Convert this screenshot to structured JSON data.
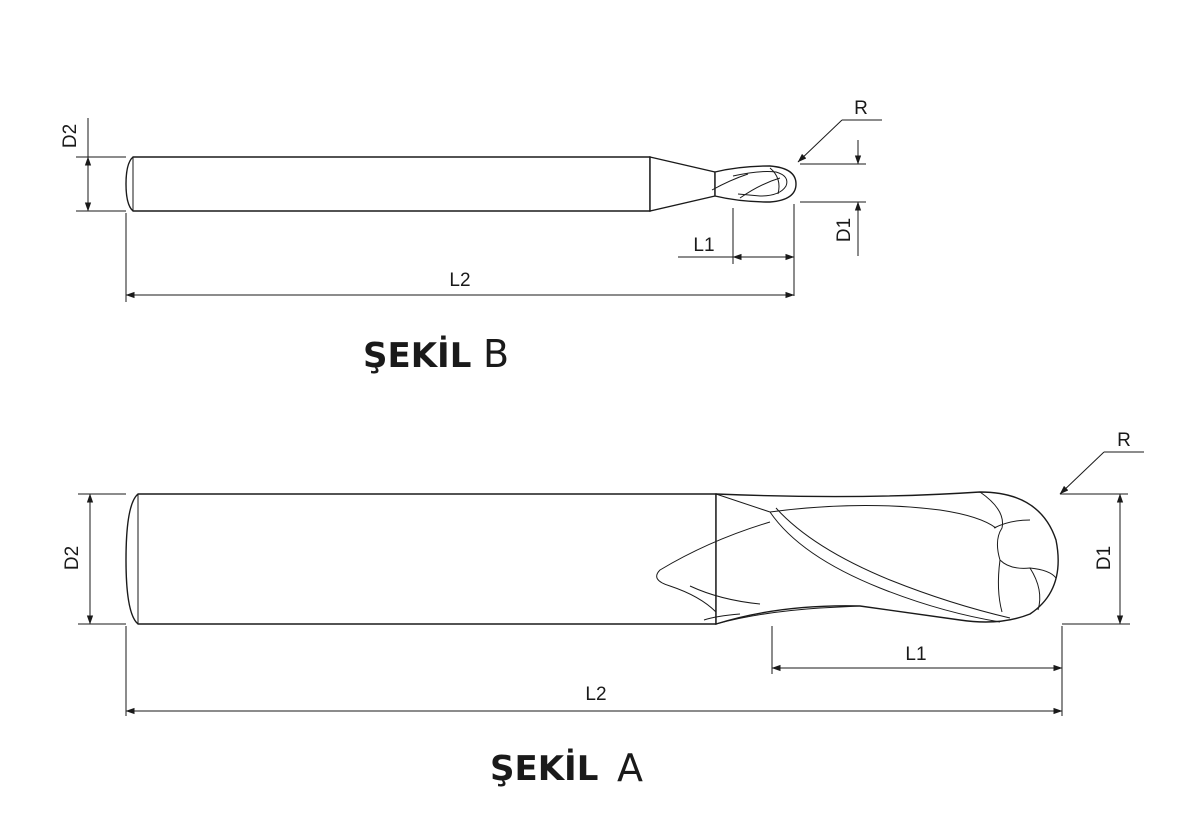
{
  "figure_b": {
    "caption_prefix": "ŞEKİL",
    "caption_letter": "B",
    "labels": {
      "d2": "D2",
      "d1": "D1",
      "r": "R",
      "l1": "L1",
      "l2": "L2"
    }
  },
  "figure_a": {
    "caption_prefix": "ŞEKİL",
    "caption_letter": "A",
    "labels": {
      "d2": "D2",
      "d1": "D1",
      "r": "R",
      "l1": "L1",
      "l2": "L2"
    }
  },
  "colors": {
    "line": "#1a1a1a",
    "background": "#ffffff"
  }
}
